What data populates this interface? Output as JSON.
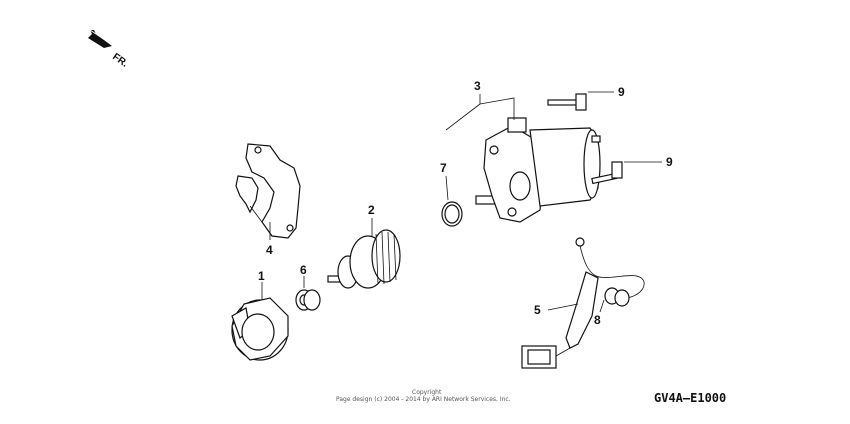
{
  "orientation": {
    "label": "FR.",
    "icon": "front-arrow-icon"
  },
  "callouts": {
    "c1": "1",
    "c2": "2",
    "c3": "3",
    "c4": "4",
    "c5": "5",
    "c6": "6",
    "c7": "7",
    "c8": "8",
    "c9a": "9",
    "c9b": "9"
  },
  "footer": {
    "copyright_title": "Copyright",
    "copyright_text": "Page design (c) 2004 - 2014 by ARI Network Services, Inc.",
    "diagram_code": "GV4A—E1000"
  }
}
